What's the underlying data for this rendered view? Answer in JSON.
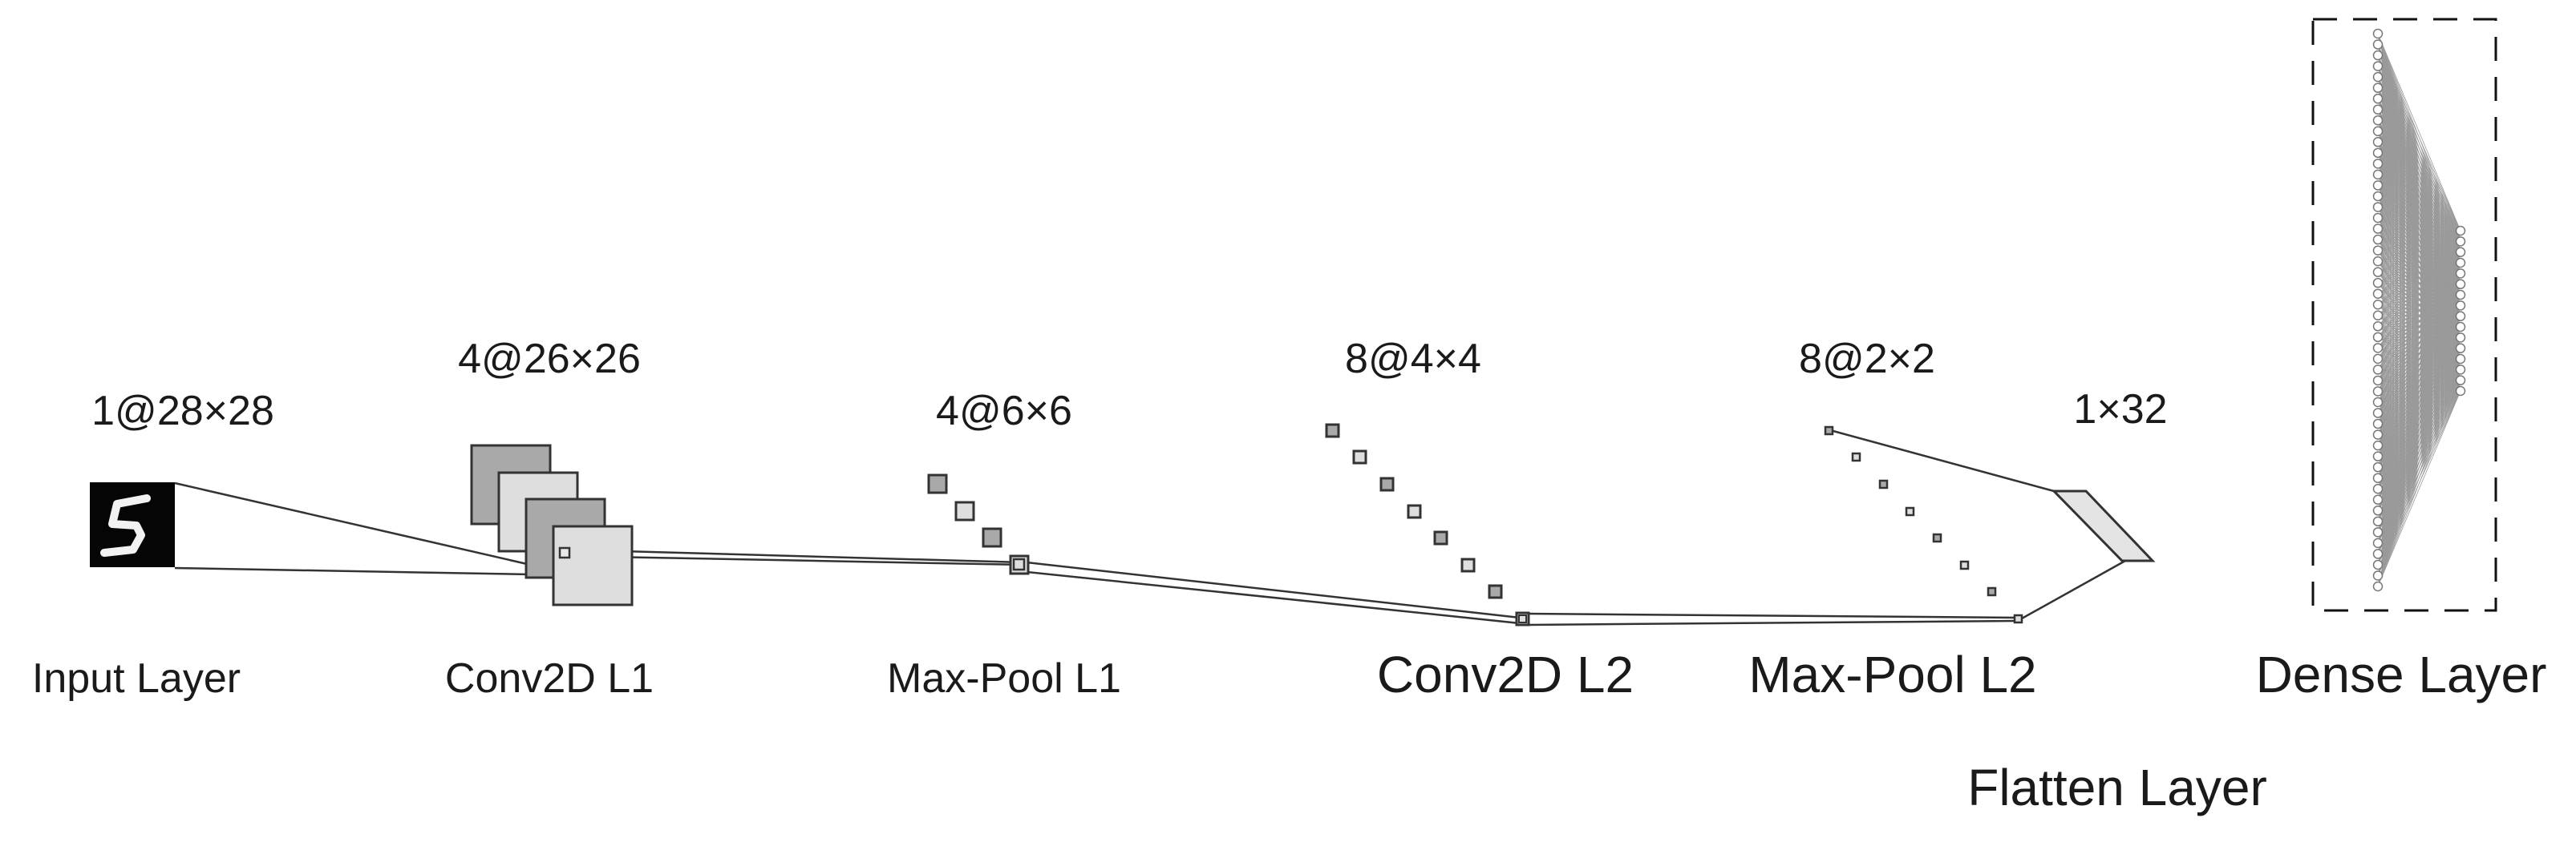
{
  "layers": [
    {
      "id": "input",
      "dims": "1@28×28",
      "name": "Input Layer"
    },
    {
      "id": "conv1",
      "dims": "4@26×26",
      "name": "Conv2D L1"
    },
    {
      "id": "pool1",
      "dims": "4@6×6",
      "name": "Max-Pool L1"
    },
    {
      "id": "conv2",
      "dims": "8@4×4",
      "name": "Conv2D L2"
    },
    {
      "id": "pool2",
      "dims": "8@2×2",
      "name": "Max-Pool L2"
    },
    {
      "id": "flatten",
      "dims": "1×32",
      "name": "Flatten Layer"
    },
    {
      "id": "dense",
      "name": "Dense Layer"
    }
  ],
  "input_image": {
    "digit": "5"
  },
  "colors": {
    "stroke": "#333333",
    "fill_dark": "#a9a9a9",
    "fill_mid": "#c4c4c4",
    "fill_light": "#dedede",
    "fill_pale": "#e8e8e8",
    "edge": "#9a9a9a",
    "text": "#1a1a1a"
  }
}
